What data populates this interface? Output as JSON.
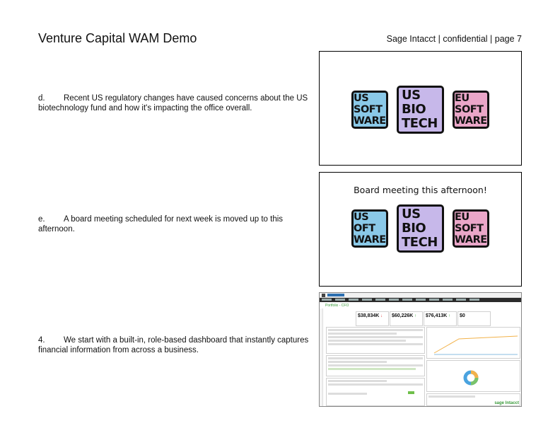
{
  "header": {
    "title": "Venture Capital WAM Demo",
    "right": "Sage Intacct | confidential | page 7"
  },
  "items": [
    {
      "label": "d.",
      "text": "Recent US regulatory changes have caused concerns about the US biotechnology fund and how it's impacting the office overall."
    },
    {
      "label": "e.",
      "text": "A board meeting scheduled for next week is moved up to this afternoon."
    },
    {
      "label": "4.",
      "text": "We start with a built-in, role-based dashboard that instantly captures financial information from across a business."
    }
  ],
  "panels": {
    "funds": {
      "us_software": [
        "US",
        "SOFT",
        "WARE"
      ],
      "us_biotech": [
        "US",
        "BIO",
        "TECH"
      ],
      "eu_software": [
        "EU",
        "SOFT",
        "WARE"
      ]
    },
    "board": {
      "message": "Board meeting this afternoon!",
      "us_software": [
        "US",
        "OFT",
        "WARE"
      ],
      "us_biotech": [
        "US",
        "BIO",
        "TECH"
      ],
      "eu_software": [
        "EU",
        "SOFT",
        "WARE"
      ]
    }
  },
  "dashboard": {
    "subtitle": "Portfolio - CFO",
    "kpis": [
      "$38,834K",
      "$60,226K",
      "$76,413K",
      "$0"
    ],
    "logo": "sage Intacct"
  },
  "colors": {
    "software_blue": "#8ac9e8",
    "biotech_purple": "#c7b8ea",
    "eu_pink": "#eaa6c8"
  }
}
